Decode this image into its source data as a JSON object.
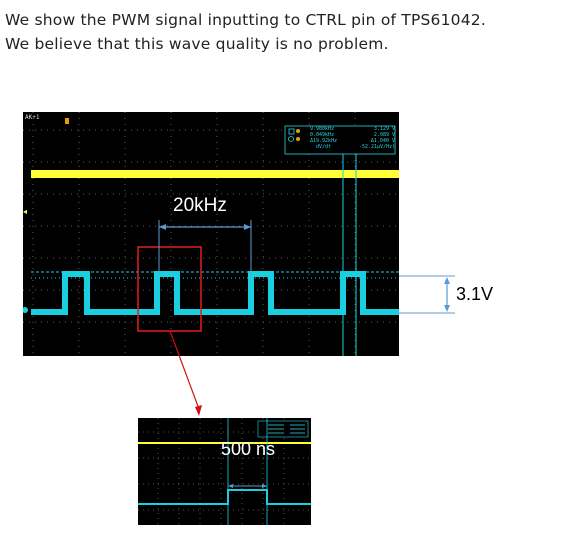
{
  "caption": {
    "line1": "We show the PWM signal inputting to CTRL pin of TPS61042.",
    "line2": "We believe that this wave quality is no problem."
  },
  "main_scope": {
    "frequency_label": "20kHz",
    "amplitude_label": "3.1V",
    "readout": {
      "f1": "9.980kHz",
      "f2": "0.049kHz",
      "df": "Δ19.92kHz",
      "dvdt": "dV/dt",
      "v1": "3.129 V",
      "v2": "2.089 V",
      "dv": "Δ1.040 V",
      "rate": "-52.21μV/Hz)"
    },
    "colors": {
      "ch1": "#ffff33",
      "ch2": "#1ad0e0",
      "zoom_box": "#e02020",
      "marker": "#5b9bd5"
    }
  },
  "zoom_scope": {
    "width_label": "500 ns"
  },
  "colors": {
    "arrow": "#d01010"
  }
}
